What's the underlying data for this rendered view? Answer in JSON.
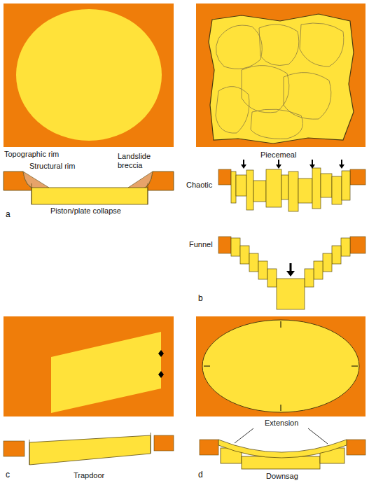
{
  "diagram": {
    "labels": [
      "Topographic rim",
      "Structural rim",
      "Landslide breccia",
      "Piston/plate collapse",
      "a",
      "Piecemeal",
      "Chaotic",
      "Funnel",
      "b",
      "Trapdoor",
      "c",
      "Extension",
      "Downsag",
      "d"
    ]
  }
}
